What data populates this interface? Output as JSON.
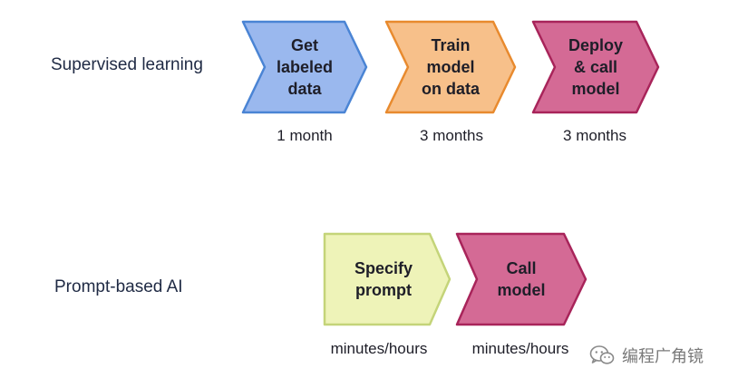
{
  "rows": [
    {
      "label": "Supervised learning",
      "steps": [
        {
          "text": "Get\nlabeled\ndata",
          "duration": "1 month",
          "fill": "#9ab8ee",
          "stroke": "#4a84d4"
        },
        {
          "text": "Train\nmodel\non data",
          "duration": "3 months",
          "fill": "#f7c08a",
          "stroke": "#e88a2e"
        },
        {
          "text": "Deploy\n& call\nmodel",
          "duration": "3 months",
          "fill": "#d46a95",
          "stroke": "#a8245a"
        }
      ]
    },
    {
      "label": "Prompt-based AI",
      "steps": [
        {
          "text": "Specify\nprompt",
          "duration": "minutes/hours",
          "fill": "#eef3b8",
          "stroke": "#c4d479"
        },
        {
          "text": "Call\nmodel",
          "duration": "minutes/hours",
          "fill": "#d46a95",
          "stroke": "#a8245a"
        }
      ]
    }
  ],
  "watermark": {
    "text": "编程广角镜",
    "icon": "wechat-icon"
  }
}
